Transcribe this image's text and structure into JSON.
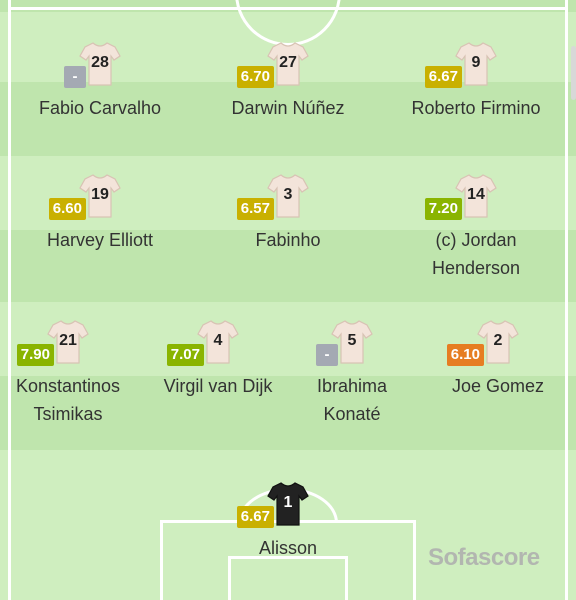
{
  "colors": {
    "rating_yellow": "#c9b000",
    "rating_lightgreen": "#8ab400",
    "rating_orange": "#e67d22",
    "rating_none": "#a4a9b3",
    "jersey_home": "#f3e4da",
    "jersey_keeper": "#222222",
    "pitch_light": "#cfeebf",
    "pitch_dark": "#bfe5ad",
    "lines": "#ffffff"
  },
  "watermark": "Sofascore",
  "players": [
    {
      "id": "carvalho",
      "number": "28",
      "rating": "-",
      "rating_color": "none",
      "name_lines": [
        "Fabio Carvalho"
      ],
      "kit": "home"
    },
    {
      "id": "nunez",
      "number": "27",
      "rating": "6.70",
      "rating_color": "yellow",
      "name_lines": [
        "Darwin Núñez"
      ],
      "kit": "home"
    },
    {
      "id": "firmino",
      "number": "9",
      "rating": "6.67",
      "rating_color": "yellow",
      "name_lines": [
        "Roberto Firmino"
      ],
      "kit": "home"
    },
    {
      "id": "elliott",
      "number": "19",
      "rating": "6.60",
      "rating_color": "yellow",
      "name_lines": [
        "Harvey Elliott"
      ],
      "kit": "home"
    },
    {
      "id": "fabinho",
      "number": "3",
      "rating": "6.57",
      "rating_color": "yellow",
      "name_lines": [
        "Fabinho"
      ],
      "kit": "home"
    },
    {
      "id": "henderson",
      "number": "14",
      "rating": "7.20",
      "rating_color": "lightgreen",
      "name_lines": [
        "(c) Jordan",
        "Henderson"
      ],
      "kit": "home"
    },
    {
      "id": "tsimikas",
      "number": "21",
      "rating": "7.90",
      "rating_color": "lightgreen",
      "name_lines": [
        "Konstantinos",
        "Tsimikas"
      ],
      "kit": "home"
    },
    {
      "id": "vandijk",
      "number": "4",
      "rating": "7.07",
      "rating_color": "lightgreen",
      "name_lines": [
        "Virgil van Dijk"
      ],
      "kit": "home"
    },
    {
      "id": "konate",
      "number": "5",
      "rating": "-",
      "rating_color": "none",
      "name_lines": [
        "Ibrahima",
        "Konaté"
      ],
      "kit": "home"
    },
    {
      "id": "gomez",
      "number": "2",
      "rating": "6.10",
      "rating_color": "orange",
      "name_lines": [
        "Joe Gomez"
      ],
      "kit": "home"
    },
    {
      "id": "alisson",
      "number": "1",
      "rating": "6.67",
      "rating_color": "yellow",
      "name_lines": [
        "Alisson"
      ],
      "kit": "keeper"
    }
  ]
}
